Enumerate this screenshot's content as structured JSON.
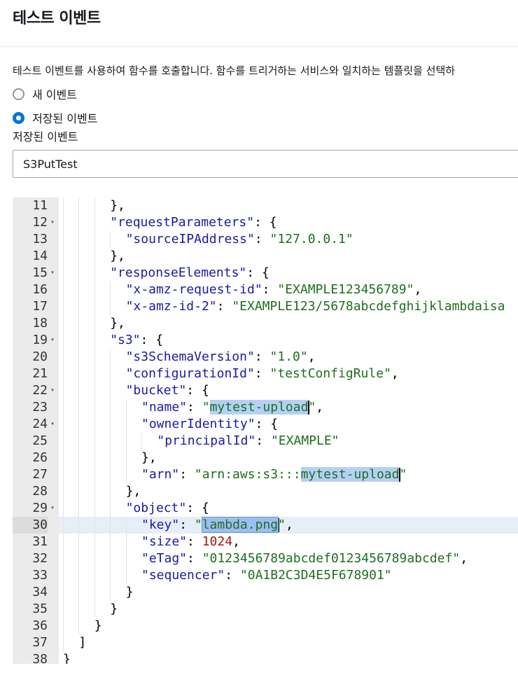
{
  "header": {
    "title": "테스트 이벤트"
  },
  "description": "테스트 이벤트를 사용하여 함수를 호출합니다. 함수를 트리거하는 서비스와 일치하는 템플릿을 선택하",
  "radios": [
    {
      "label": "새 이벤트",
      "checked": false
    },
    {
      "label": "저장된 이벤트",
      "checked": true
    }
  ],
  "saved_event": {
    "label": "저장된 이벤트",
    "value": "S3PutTest"
  },
  "editor": {
    "active_line": 30,
    "lines": [
      {
        "num": "11",
        "fold": false,
        "indent": 3,
        "tokens": [
          {
            "t": "},",
            "c": "p"
          }
        ]
      },
      {
        "num": "12",
        "fold": true,
        "indent": 3,
        "tokens": [
          {
            "t": "\"requestParameters\"",
            "c": "k"
          },
          {
            "t": ": {",
            "c": "p"
          }
        ]
      },
      {
        "num": "13",
        "fold": false,
        "indent": 4,
        "tokens": [
          {
            "t": "\"sourceIPAddress\"",
            "c": "k"
          },
          {
            "t": ": ",
            "c": "p"
          },
          {
            "t": "\"127.0.0.1\"",
            "c": "s"
          }
        ]
      },
      {
        "num": "14",
        "fold": false,
        "indent": 3,
        "tokens": [
          {
            "t": "},",
            "c": "p"
          }
        ]
      },
      {
        "num": "15",
        "fold": true,
        "indent": 3,
        "tokens": [
          {
            "t": "\"responseElements\"",
            "c": "k"
          },
          {
            "t": ": {",
            "c": "p"
          }
        ]
      },
      {
        "num": "16",
        "fold": false,
        "indent": 4,
        "tokens": [
          {
            "t": "\"x-amz-request-id\"",
            "c": "k"
          },
          {
            "t": ": ",
            "c": "p"
          },
          {
            "t": "\"EXAMPLE123456789\"",
            "c": "s"
          },
          {
            "t": ",",
            "c": "p"
          }
        ]
      },
      {
        "num": "17",
        "fold": false,
        "indent": 4,
        "tokens": [
          {
            "t": "\"x-amz-id-2\"",
            "c": "k"
          },
          {
            "t": ": ",
            "c": "p"
          },
          {
            "t": "\"EXAMPLE123/5678abcdefghijklambdaisa",
            "c": "s"
          }
        ]
      },
      {
        "num": "18",
        "fold": false,
        "indent": 3,
        "tokens": [
          {
            "t": "},",
            "c": "p"
          }
        ]
      },
      {
        "num": "19",
        "fold": true,
        "indent": 3,
        "tokens": [
          {
            "t": "\"s3\"",
            "c": "k"
          },
          {
            "t": ": {",
            "c": "p"
          }
        ]
      },
      {
        "num": "20",
        "fold": false,
        "indent": 4,
        "tokens": [
          {
            "t": "\"s3SchemaVersion\"",
            "c": "k"
          },
          {
            "t": ": ",
            "c": "p"
          },
          {
            "t": "\"1.0\"",
            "c": "s"
          },
          {
            "t": ",",
            "c": "p"
          }
        ]
      },
      {
        "num": "21",
        "fold": false,
        "indent": 4,
        "tokens": [
          {
            "t": "\"configurationId\"",
            "c": "k"
          },
          {
            "t": ": ",
            "c": "p"
          },
          {
            "t": "\"testConfigRule\"",
            "c": "s"
          },
          {
            "t": ",",
            "c": "p"
          }
        ]
      },
      {
        "num": "22",
        "fold": true,
        "indent": 4,
        "tokens": [
          {
            "t": "\"bucket\"",
            "c": "k"
          },
          {
            "t": ": {",
            "c": "p"
          }
        ]
      },
      {
        "num": "23",
        "fold": false,
        "indent": 5,
        "tokens": [
          {
            "t": "\"name\"",
            "c": "k"
          },
          {
            "t": ": ",
            "c": "p"
          },
          {
            "t": "\"",
            "c": "s"
          },
          {
            "t": "mytest-upload",
            "c": "s sel"
          },
          {
            "t": "",
            "c": "cursor"
          },
          {
            "t": "\"",
            "c": "s"
          },
          {
            "t": ",",
            "c": "p"
          }
        ]
      },
      {
        "num": "24",
        "fold": true,
        "indent": 5,
        "tokens": [
          {
            "t": "\"ownerIdentity\"",
            "c": "k"
          },
          {
            "t": ": {",
            "c": "p"
          }
        ]
      },
      {
        "num": "25",
        "fold": false,
        "indent": 6,
        "tokens": [
          {
            "t": "\"principalId\"",
            "c": "k"
          },
          {
            "t": ": ",
            "c": "p"
          },
          {
            "t": "\"EXAMPLE\"",
            "c": "s"
          }
        ]
      },
      {
        "num": "26",
        "fold": false,
        "indent": 5,
        "tokens": [
          {
            "t": "},",
            "c": "p"
          }
        ]
      },
      {
        "num": "27",
        "fold": false,
        "indent": 5,
        "tokens": [
          {
            "t": "\"arn\"",
            "c": "k"
          },
          {
            "t": ": ",
            "c": "p"
          },
          {
            "t": "\"arn:aws:s3:::",
            "c": "s"
          },
          {
            "t": "mytest-upload",
            "c": "s sel"
          },
          {
            "t": "",
            "c": "cursor"
          },
          {
            "t": "\"",
            "c": "s"
          }
        ]
      },
      {
        "num": "28",
        "fold": false,
        "indent": 4,
        "tokens": [
          {
            "t": "},",
            "c": "p"
          }
        ]
      },
      {
        "num": "29",
        "fold": true,
        "indent": 4,
        "tokens": [
          {
            "t": "\"object\"",
            "c": "k"
          },
          {
            "t": ": {",
            "c": "p"
          }
        ]
      },
      {
        "num": "30",
        "fold": false,
        "indent": 5,
        "tokens": [
          {
            "t": "\"key\"",
            "c": "k"
          },
          {
            "t": ": ",
            "c": "p"
          },
          {
            "t": "\"",
            "c": "s"
          },
          {
            "t": "lambda.png",
            "c": "s sel2"
          },
          {
            "t": "",
            "c": "cursor"
          },
          {
            "t": "\"",
            "c": "s"
          },
          {
            "t": ",",
            "c": "p"
          }
        ]
      },
      {
        "num": "31",
        "fold": false,
        "indent": 5,
        "tokens": [
          {
            "t": "\"size\"",
            "c": "k"
          },
          {
            "t": ": ",
            "c": "p"
          },
          {
            "t": "1024",
            "c": "n"
          },
          {
            "t": ",",
            "c": "p"
          }
        ]
      },
      {
        "num": "32",
        "fold": false,
        "indent": 5,
        "tokens": [
          {
            "t": "\"eTag\"",
            "c": "k"
          },
          {
            "t": ": ",
            "c": "p"
          },
          {
            "t": "\"0123456789abcdef0123456789abcdef\"",
            "c": "s"
          },
          {
            "t": ",",
            "c": "p"
          }
        ]
      },
      {
        "num": "33",
        "fold": false,
        "indent": 5,
        "tokens": [
          {
            "t": "\"sequencer\"",
            "c": "k"
          },
          {
            "t": ": ",
            "c": "p"
          },
          {
            "t": "\"0A1B2C3D4E5F678901\"",
            "c": "s"
          }
        ]
      },
      {
        "num": "34",
        "fold": false,
        "indent": 4,
        "tokens": [
          {
            "t": "}",
            "c": "p"
          }
        ]
      },
      {
        "num": "35",
        "fold": false,
        "indent": 3,
        "tokens": [
          {
            "t": "}",
            "c": "p"
          }
        ]
      },
      {
        "num": "36",
        "fold": false,
        "indent": 2,
        "tokens": [
          {
            "t": "}",
            "c": "p"
          }
        ]
      },
      {
        "num": "37",
        "fold": false,
        "indent": 1,
        "tokens": [
          {
            "t": "]",
            "c": "p"
          }
        ]
      },
      {
        "num": "38",
        "fold": false,
        "indent": 0,
        "tokens": [
          {
            "t": "}",
            "c": "p"
          }
        ]
      }
    ]
  }
}
